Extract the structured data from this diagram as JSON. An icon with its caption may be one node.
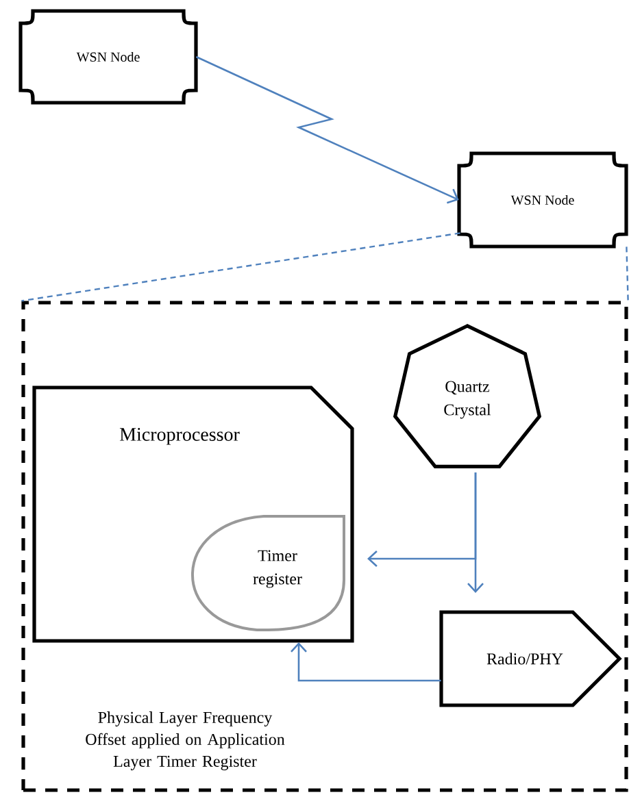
{
  "diagram": {
    "nodes": [
      {
        "text": [
          "WSN Node"
        ]
      },
      {
        "text": [
          "WSN Node"
        ]
      },
      {
        "text": [],
        "shape": "box"
      },
      {
        "text": [
          "Microprocessor"
        ],
        "in": 2
      },
      {
        "text": [
          "Timer register"
        ],
        "in": 3
      },
      {
        "text": [
          "Quartz Crystal"
        ],
        "in": 2
      },
      {
        "text": [
          "Radio/PHY"
        ],
        "in": 2
      }
    ],
    "edges": [
      {
        "from": 0,
        "to": 1,
        "arrow": "to"
      },
      {
        "from": 1,
        "to": 2,
        "arrow": "none",
        "style": "dashed"
      },
      {
        "from": 1,
        "to": 2,
        "arrow": "none",
        "style": "dashed"
      },
      {
        "from": 5,
        "to": 6,
        "arrow": "to"
      },
      {
        "from": 5,
        "to": 3,
        "arrow": "to"
      },
      {
        "from": 6,
        "to": 3,
        "arrow": "to"
      }
    ],
    "labels": [
      "Physical Layer Frequency Offset applied on Application Layer Timer Register"
    ]
  }
}
